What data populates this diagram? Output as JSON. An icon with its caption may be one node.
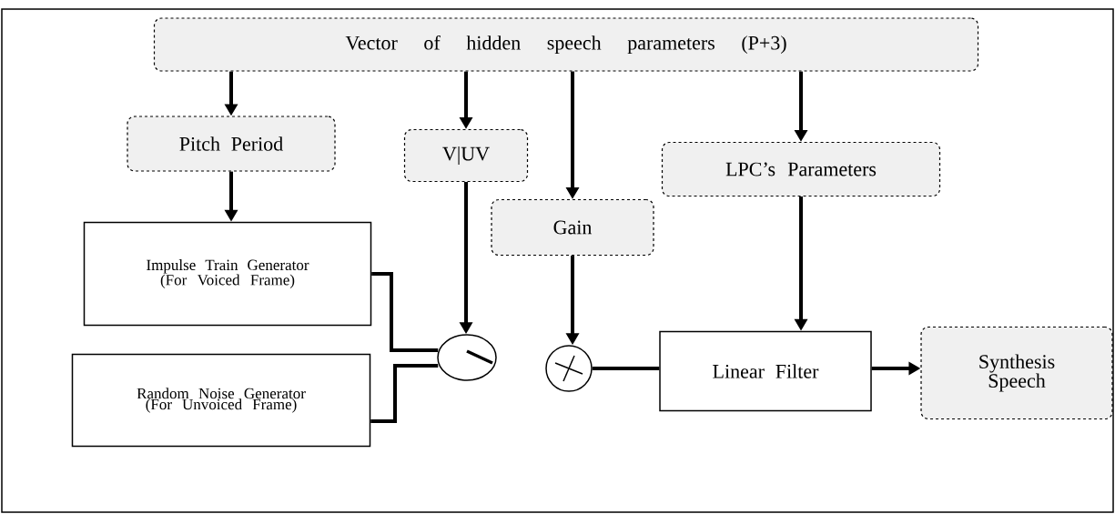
{
  "diagram": {
    "nodes": [
      {
        "text": [
          "Vector of hidden speech parameters (P+3)"
        ]
      },
      {
        "text": [
          "Pitch Period"
        ]
      },
      {
        "text": [
          "V|UV"
        ]
      },
      {
        "text": [
          "Gain"
        ]
      },
      {
        "text": [
          "LPC’s Parameters"
        ]
      },
      {
        "text": [
          "Impulse Train Generator (For Voiced Frame)"
        ]
      },
      {
        "text": [
          "Random Noise Generator (For Unvoiced Frame)"
        ]
      },
      {
        "text": [],
        "shape": "circle"
      },
      {
        "text": [],
        "shape": "circle"
      },
      {
        "text": [
          "Linear Filter"
        ]
      },
      {
        "text": [
          "Synthesis Speech"
        ]
      }
    ],
    "edges": [
      {
        "from": 0,
        "to": 1,
        "arrow": "to"
      },
      {
        "from": 0,
        "to": 2,
        "arrow": "to"
      },
      {
        "from": 0,
        "to": 3,
        "arrow": "to"
      },
      {
        "from": 0,
        "to": 4,
        "arrow": "to"
      },
      {
        "from": 1,
        "to": 5,
        "arrow": "to"
      },
      {
        "from": 2,
        "to": 7,
        "arrow": "to"
      },
      {
        "from": 3,
        "to": 8,
        "arrow": "to"
      },
      {
        "from": 4,
        "to": 9,
        "arrow": "to"
      },
      {
        "from": 5,
        "to": 7,
        "arrow": "none"
      },
      {
        "from": 6,
        "to": 7,
        "arrow": "none"
      },
      {
        "from": 8,
        "to": 9,
        "arrow": "none"
      },
      {
        "from": 9,
        "to": 10,
        "arrow": "to"
      }
    ]
  }
}
